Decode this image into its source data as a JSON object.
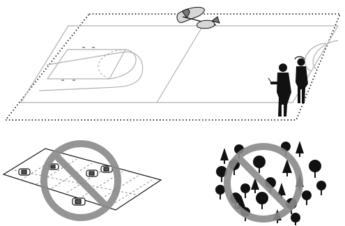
{
  "panels": {
    "recommended": {
      "name": "flight-field-with-pilots"
    },
    "prohibited_parking": {
      "name": "parking-lot-prohibited",
      "symbol": "prohibited-icon"
    },
    "prohibited_trees": {
      "name": "tree-area-prohibited",
      "symbol": "prohibited-icon"
    }
  },
  "colors": {
    "field_line": "#1a1a1a",
    "court_line": "#b0b0b0",
    "no_sign": "#8a8a8a",
    "ink": "#111111",
    "plane_fill": "#d6d6d6"
  }
}
